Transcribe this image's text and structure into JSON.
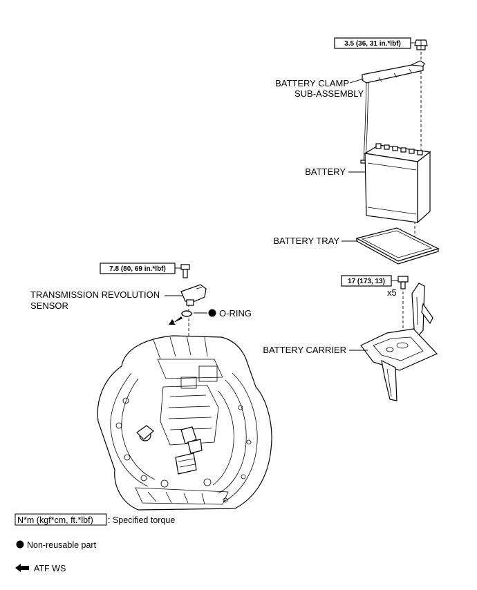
{
  "torques": {
    "clamp": "3.5 (36, 31 in.*lbf)",
    "sensor": "7.8 (80, 69 in.*lbf)",
    "carrier": "17 (173, 13)"
  },
  "labels": {
    "clamp_line1": "BATTERY CLAMP",
    "clamp_line2": "SUB-ASSEMBLY",
    "battery": "BATTERY",
    "tray": "BATTERY TRAY",
    "carrier": "BATTERY CARRIER",
    "sensor_line1": "TRANSMISSION REVOLUTION",
    "sensor_line2": "SENSOR",
    "oring": "O-RING",
    "quantity": "x5"
  },
  "legend": {
    "torque_box": "N*m (kgf*cm, ft.*lbf)",
    "torque_desc": ": Specified torque",
    "nonreusable": "Non-reusable part",
    "atf": "ATF WS"
  }
}
